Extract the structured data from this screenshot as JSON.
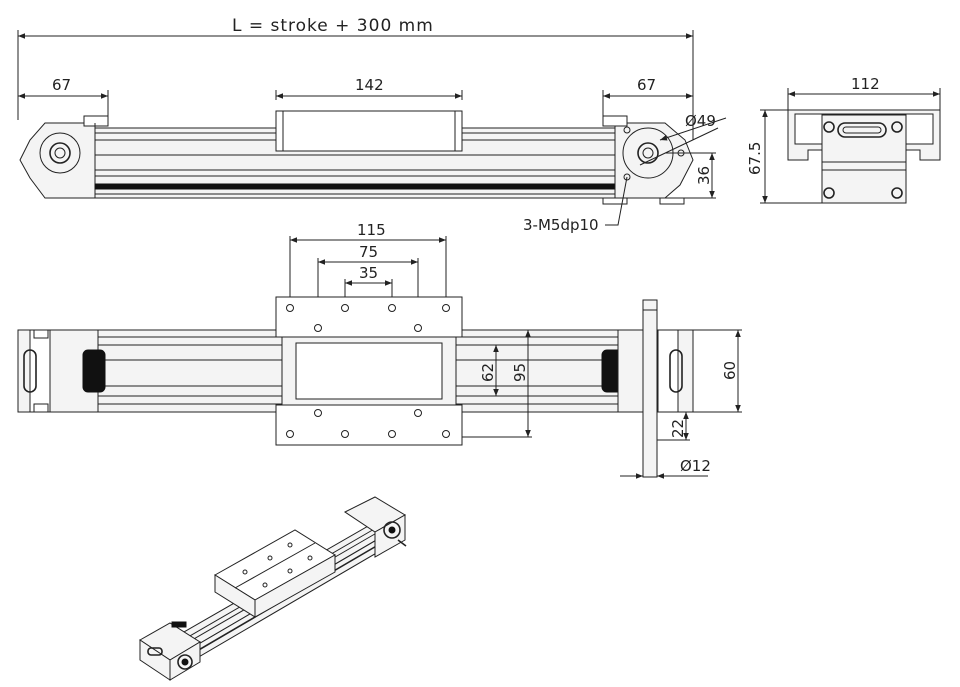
{
  "drawing": {
    "title_dimension": "L = stroke + 300 mm",
    "front_view": {
      "left_end_length": "67",
      "carriage_length": "142",
      "right_end_length": "67",
      "pulley_diameter": "Ø49",
      "shaft_height": "36",
      "mounting_holes": "3-M5dp10"
    },
    "end_view": {
      "width": "112",
      "height": "67.5"
    },
    "top_view": {
      "outer_hole_spacing": "115",
      "middle_hole_spacing": "75",
      "inner_hole_spacing": "35",
      "rail_width": "62",
      "carriage_width": "95",
      "body_width": "60",
      "shaft_offset": "22",
      "shaft_diameter": "Ø12"
    }
  }
}
